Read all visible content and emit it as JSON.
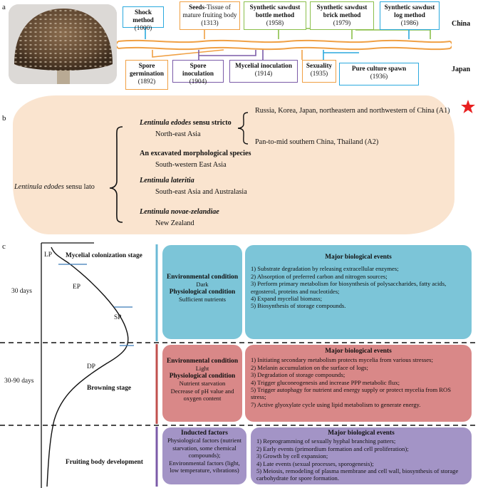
{
  "panel_a": {
    "letter": "a",
    "country_top": "China",
    "country_bottom": "Japan",
    "top_events": [
      {
        "title": "Shock method",
        "year": "(1000)",
        "color": "#2aa9de"
      },
      {
        "title_bold": "Seeds",
        "title_rest": "-Tissue of mature fruiting body",
        "year": "(1313)",
        "color": "#f0a044"
      },
      {
        "title": "Synthetic sawdust bottle method",
        "year": "(1958)",
        "color": "#8bbf4a"
      },
      {
        "title": "Synthetic sawdust brick method",
        "year": "(1979)",
        "color": "#8bbf4a"
      },
      {
        "title": "Synthetic sawdust log method",
        "year": "(1986)",
        "color": "#2aa9de"
      }
    ],
    "bottom_events": [
      {
        "title": "Spore germination",
        "year": "(1892)",
        "color": "#f0a044"
      },
      {
        "title": "Spore inoculation",
        "year": "(1904)",
        "color": "#7b5ba8"
      },
      {
        "title": "Mycelial inoculation",
        "year": "(1914)",
        "color": "#7b5ba8"
      },
      {
        "title": "Sexuality",
        "year": "(1935)",
        "color": "#f0a044"
      },
      {
        "title": "Pure culture spawn",
        "year": "(1936)",
        "color": "#2aa9de"
      }
    ]
  },
  "panel_b": {
    "letter": "b",
    "root_italic": "Lentinula edodes",
    "root_rest": " sensu lato",
    "branches": [
      {
        "name_italic": "Lentinula edodes",
        "name_rest": " sensu stricto",
        "region": "North-east Asia"
      },
      {
        "name_bold": "An excavated morphological species",
        "region": "South-western East Asia"
      },
      {
        "name_italic": "Lentinula lateritia",
        "region": "South-east Asia and Australasia"
      },
      {
        "name_italic": "Lentinula novae-zelandiae",
        "region": "New Zealand"
      }
    ],
    "subgroups": [
      "Russia, Korea, Japan, northeastern and northwestern of China (A1)",
      "Pan-to-mid southern China, Thailand (A2)"
    ]
  },
  "panel_c": {
    "letter": "c",
    "curve_labels": [
      "LP",
      "EP",
      "SP",
      "DP"
    ],
    "stages": [
      {
        "name": "Mycelial colonization stage",
        "time": "30 days",
        "color": "#7cc5d8",
        "bar_color": "#6bbad6",
        "cond": [
          {
            "t": "Environmental condition",
            "b": true
          },
          {
            "t": "Dark",
            "b": false
          },
          {
            "t": "Physiological condition",
            "b": true
          },
          {
            "t": "Sufficient nutrients",
            "b": false
          }
        ],
        "events_title": "Major biological events",
        "events": [
          "1) Substrate degradation by releasing extracellular enzymes;",
          "2) Absorption of preferred carbon and nitrogen sources;",
          "3) Perform primary metabolism for biosynthesis of polysaccharides, fatty acids, ergosterol, proteins and nucleotides;",
          "4) Expand mycelial biomass;",
          "5) Biosynthesis of storage compounds."
        ]
      },
      {
        "name": "Browning stage",
        "time": "30-90 days",
        "color": "#d98888",
        "bar_color": "#c0504d",
        "cond": [
          {
            "t": "Environmental condition",
            "b": true
          },
          {
            "t": "Light",
            "b": false
          },
          {
            "t": "Physiological condition",
            "b": true
          },
          {
            "t": "Nutrient starvation",
            "b": false
          },
          {
            "t": "Decrease of pH value and oxygen content",
            "b": false
          }
        ],
        "events_title": "Major biological events",
        "events": [
          "1) Initiating secondary metabolism protects mycelia from various stresses;",
          "2) Melanin accumulation on the surface of logs;",
          "3) Degradation of storage compounds;",
          "4) Trigger gluconeogenesis and increase PPP metabolic flux;",
          "5) Trigger autophagy for nutrient and energy supply or protect mycelia from ROS stress;",
          "7) Active glyoxylate cycle using lipid metabolism to generate energy."
        ]
      },
      {
        "name": "Fruiting body development",
        "time": "",
        "color": "#a394c6",
        "bar_color": "#7b5ba8",
        "cond": [
          {
            "t": "Inducted factors",
            "b": true
          },
          {
            "t": "Physiological factors (nutrient starvation, some chemical compounds);",
            "b": false
          },
          {
            "t": "Environmental factors (light, low temperature, vibrations)",
            "b": false
          }
        ],
        "events_title": "Major biological events",
        "events": [
          "1) Reprogramming of sexually hyphal branching patters;",
          "2) Early events (primordium formation and cell proliferation);",
          "3) Growth by cell expansion;",
          "4) Late events (sexual processes, sporogenesis);",
          "5) Meiosis, remodeling of plasma membrane and cell wall, biosynthesis of storage carbohydrate for spore formation."
        ]
      }
    ]
  }
}
